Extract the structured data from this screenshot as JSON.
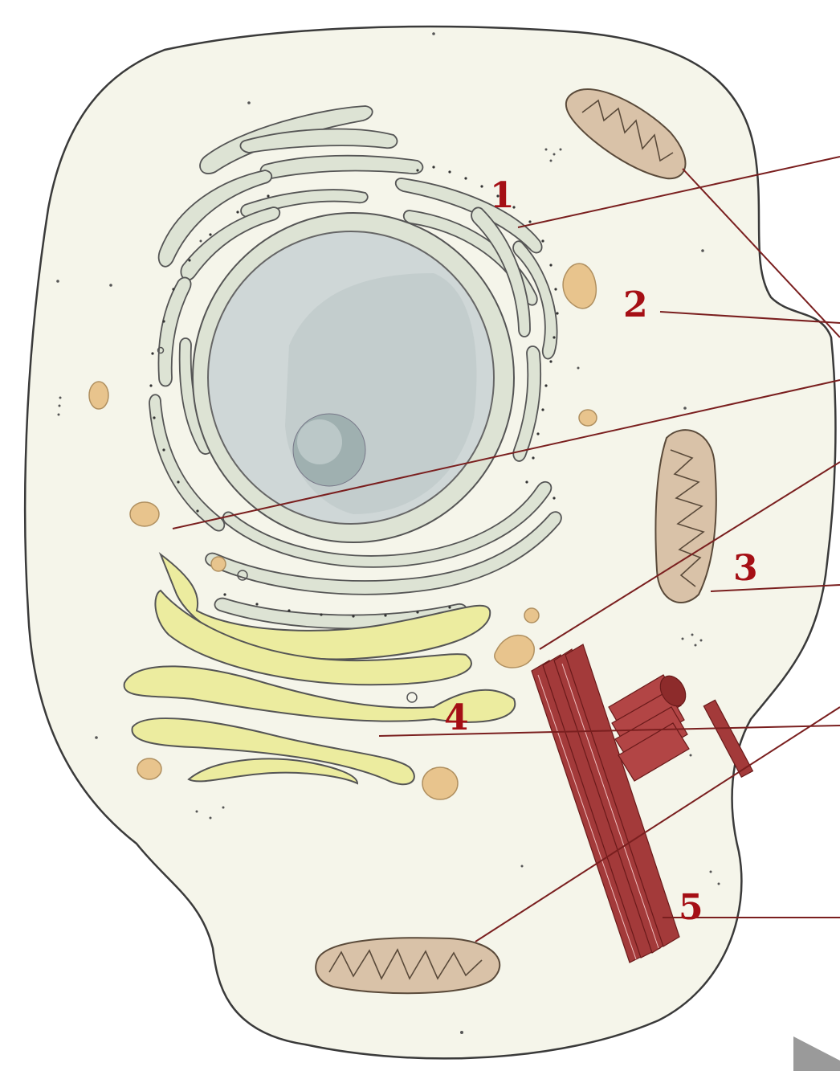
{
  "diagram": {
    "colors": {
      "label": "#a50f15",
      "leader_line": "#7a1f1f",
      "cytoplasm": "#f5f5ea",
      "outline": "#3a3a3a",
      "er": "#dde3d4",
      "nucleus": "#cfd7d7",
      "nucleolus": "#9fb0b0",
      "golgi": "#ecec9f",
      "vesicle": "#e8c48d",
      "mitochondrion": "#d9c2a8",
      "centriole": "#a33a3a",
      "corner_arrow": "#9a9a9a"
    },
    "labels": [
      {
        "id": "1",
        "text": "1"
      },
      {
        "id": "2",
        "text": "2"
      },
      {
        "id": "3",
        "text": "3"
      },
      {
        "id": "4",
        "text": "4"
      },
      {
        "id": "5",
        "text": "5"
      }
    ]
  }
}
